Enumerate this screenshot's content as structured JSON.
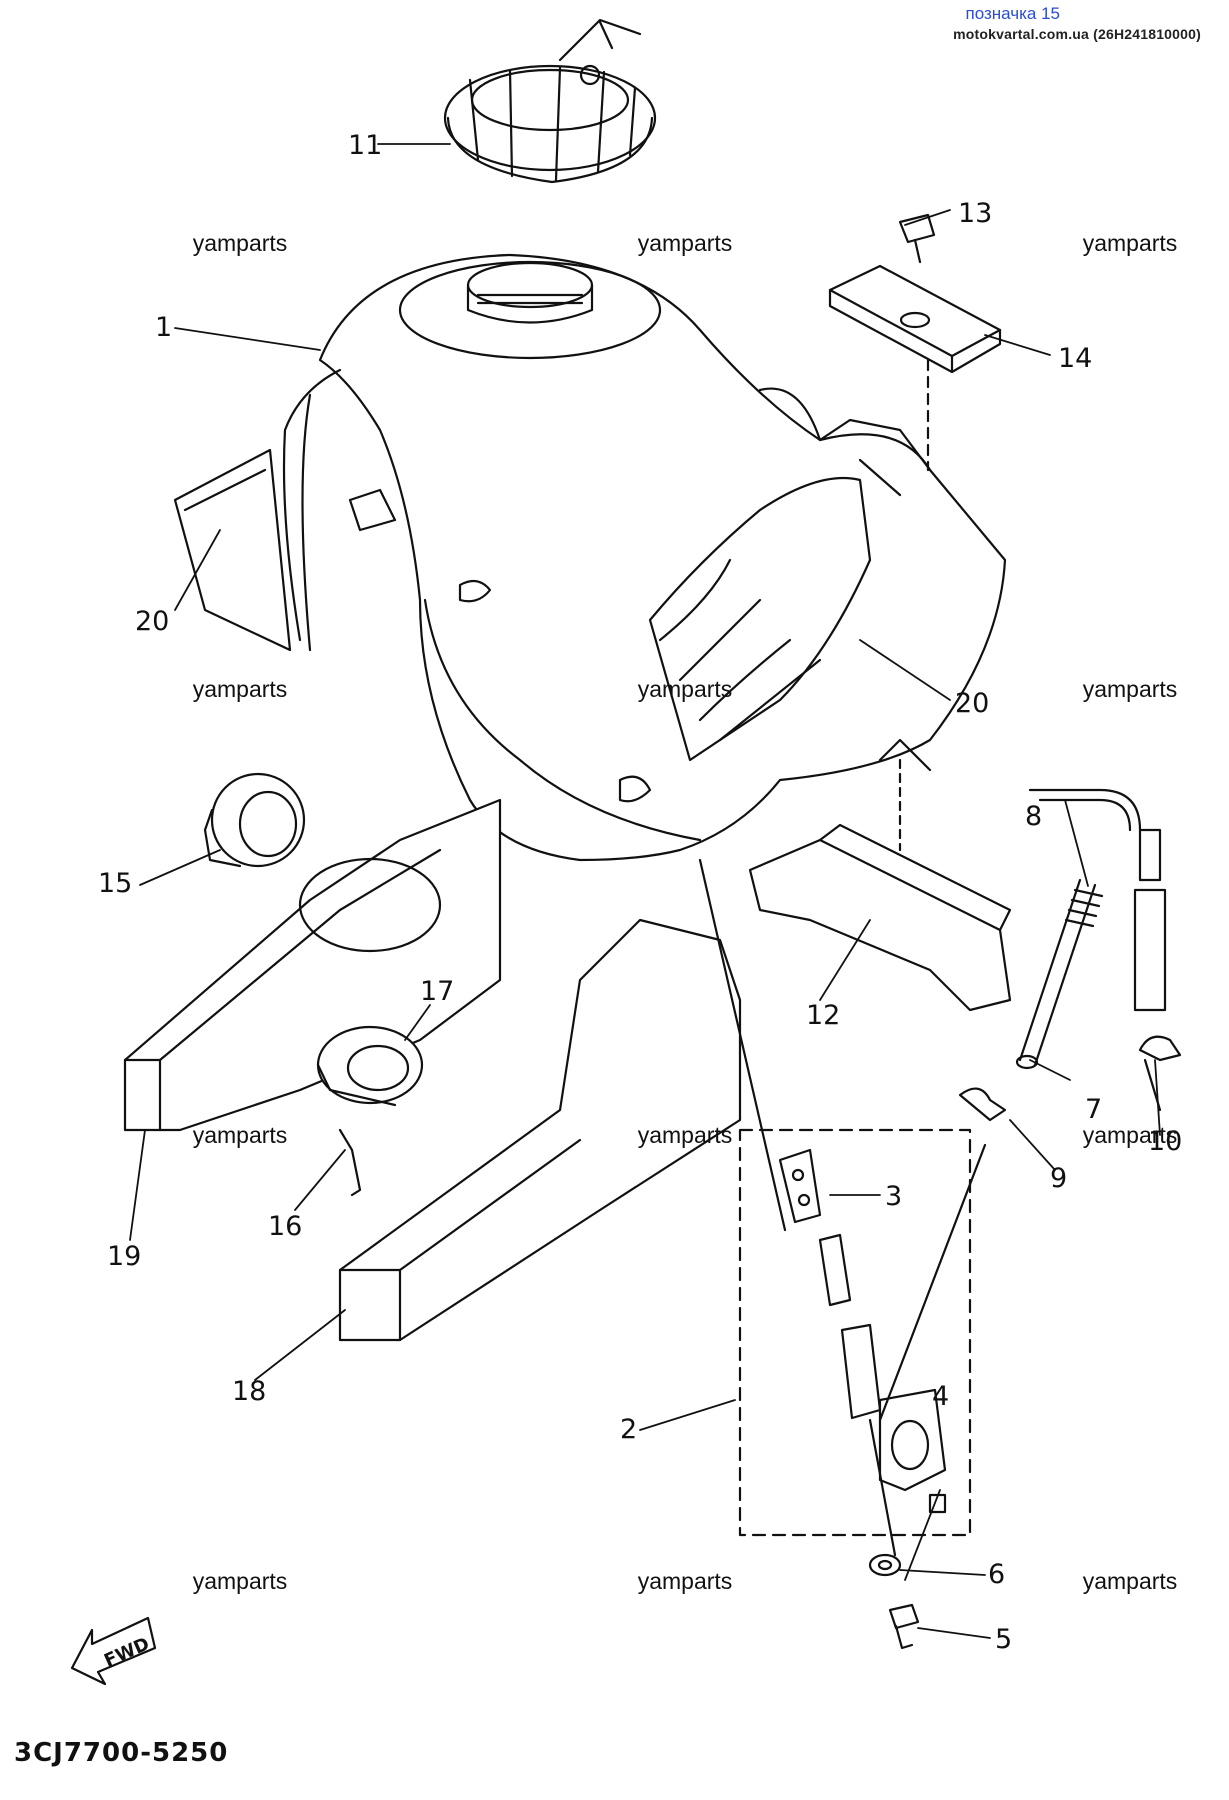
{
  "header": {
    "label": "позначка 15",
    "site": "motokvartal.com.ua (26H241810000)"
  },
  "watermark": "yamparts",
  "diagram_code": "3CJ7700-5250",
  "fwd_label": "FWD",
  "callouts": [
    "1",
    "2",
    "3",
    "4",
    "5",
    "6",
    "7",
    "8",
    "9",
    "10",
    "11",
    "12",
    "13",
    "14",
    "15",
    "16",
    "17",
    "18",
    "19",
    "20"
  ]
}
